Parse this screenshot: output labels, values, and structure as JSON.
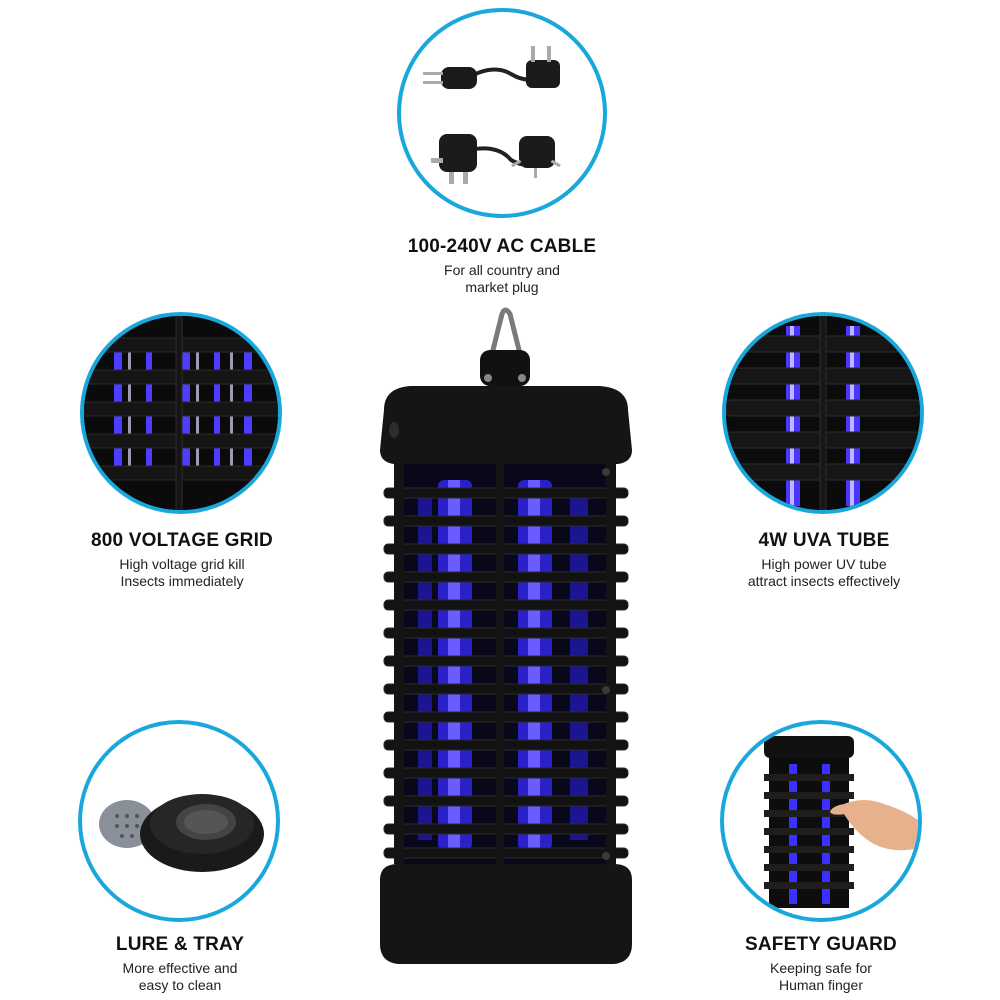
{
  "features": {
    "cable": {
      "title": "100-240V AC CABLE",
      "line1": "For all country and",
      "line2": "market plug"
    },
    "grid": {
      "title": "800 VOLTAGE GRID",
      "line1": "High voltage grid kill",
      "line2": "Insects immediately"
    },
    "tube": {
      "title": "4W UVA TUBE",
      "line1": "High power UV tube",
      "line2": "attract insects effectively"
    },
    "tray": {
      "title": "LURE & TRAY",
      "line1": "More effective and",
      "line2": "easy to clean"
    },
    "guard": {
      "title": "SAFETY GUARD",
      "line1": "Keeping safe for",
      "line2": "Human finger"
    }
  },
  "colors": {
    "ring": "#1aa7dc",
    "uv": "#3a33ff",
    "body": "#141414"
  }
}
